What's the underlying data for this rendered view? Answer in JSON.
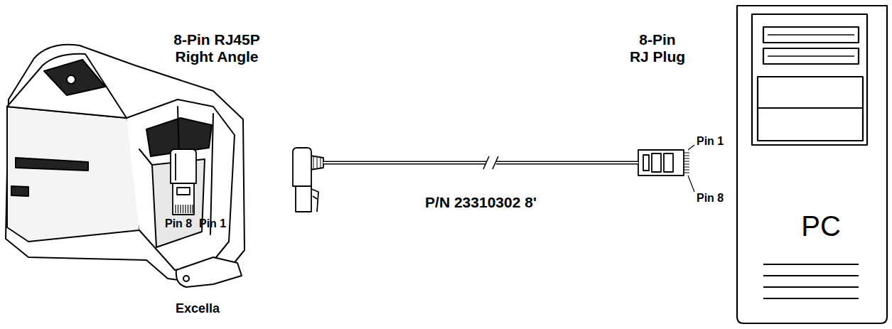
{
  "diagram": {
    "nodes": [
      {
        "text": [
          "8-Pin RJ45P Right Angle"
        ]
      },
      {
        "text": [
          "8-Pin RJ Plug"
        ]
      },
      {
        "text": [
          "PC"
        ]
      }
    ],
    "edges": [
      {
        "from": 0,
        "to": 1,
        "arrow": "none",
        "label": "P/N 23310302 8'"
      }
    ],
    "labels": [
      "Excella",
      "Pin 8",
      "Pin 1",
      "Pin 1",
      "Pin 8"
    ]
  }
}
